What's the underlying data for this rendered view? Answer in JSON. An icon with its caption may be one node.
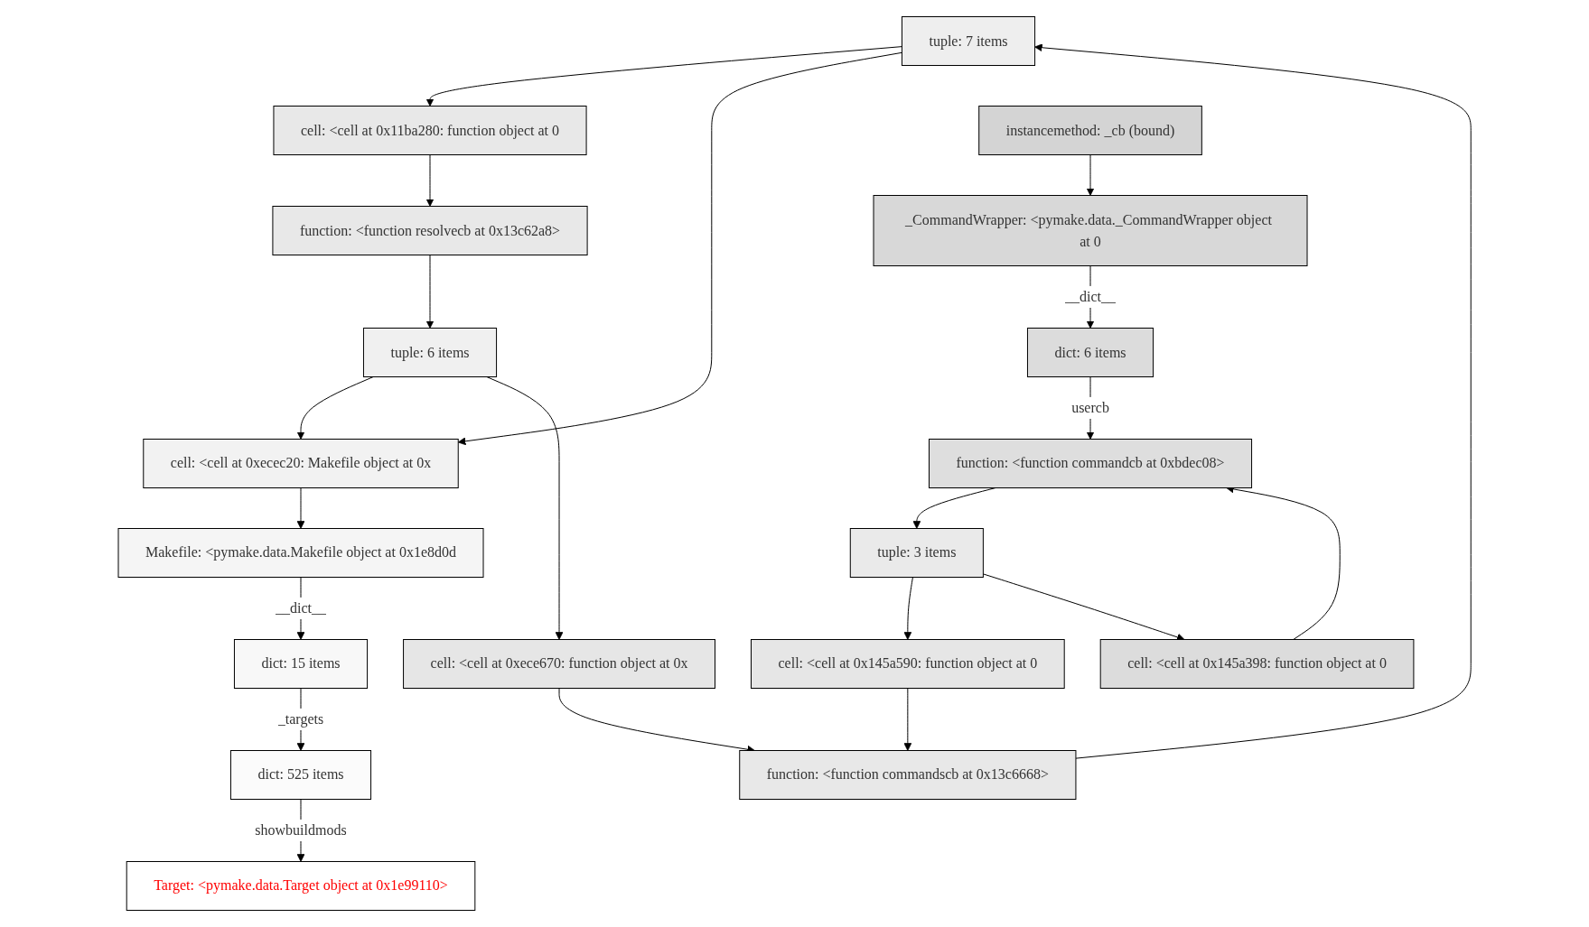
{
  "diagram": {
    "nodes": [
      {
        "text": [
          "tuple: 7 items"
        ]
      },
      {
        "text": [
          "cell: <cell at 0x11ba280: function object at 0"
        ]
      },
      {
        "text": [
          "function: <function resolvecb at 0x13c62a8>"
        ]
      },
      {
        "text": [
          "instancemethod: _cb (bound)"
        ]
      },
      {
        "text": [
          "tuple: 6 items"
        ]
      },
      {
        "text": [
          "tuple: 3 items"
        ]
      },
      {
        "text": [
          "_CommandWrapper: <pymake.data._CommandWrapper object at 0"
        ]
      },
      {
        "text": [
          "cell: <cell at 0xecec20: Makefile object at 0x"
        ]
      },
      {
        "text": [
          "cell: <cell at 0xece670: function object at 0x"
        ]
      },
      {
        "text": [
          "cell: <cell at 0x145a590: function object at 0"
        ]
      },
      {
        "text": [
          "cell: <cell at 0x145a398: function object at 0"
        ]
      },
      {
        "text": [
          "dict: 6 items"
        ]
      },
      {
        "text": [
          "Makefile: <pymake.data.Makefile object at 0x1e8d0d"
        ]
      },
      {
        "text": [
          "function: <function commandscb at 0x13c6668>"
        ]
      },
      {
        "text": [
          "function: <function commandcb at 0xbdec08>"
        ]
      },
      {
        "text": [
          "dict: 15 items"
        ]
      },
      {
        "text": [
          "dict: 525 items"
        ]
      },
      {
        "text": [
          "Target: <pymake.data.Target object at 0x1e99110>"
        ]
      }
    ],
    "edges": [
      {
        "from": 0,
        "to": 1,
        "arrow": "to"
      },
      {
        "from": 0,
        "to": 7,
        "arrow": "to"
      },
      {
        "from": 1,
        "to": 2,
        "arrow": "to"
      },
      {
        "from": 2,
        "to": 4,
        "arrow": "to"
      },
      {
        "from": 4,
        "to": 7,
        "arrow": "to"
      },
      {
        "from": 4,
        "to": 8,
        "arrow": "to"
      },
      {
        "from": 7,
        "to": 12,
        "arrow": "to"
      },
      {
        "from": 8,
        "to": 13,
        "arrow": "to"
      },
      {
        "from": 9,
        "to": 13,
        "arrow": "to"
      },
      {
        "from": 13,
        "to": 0,
        "arrow": "to"
      },
      {
        "from": 3,
        "to": 6,
        "arrow": "to"
      },
      {
        "from": 6,
        "to": 11,
        "arrow": "to",
        "label": "__dict__"
      },
      {
        "from": 5,
        "to": 9,
        "arrow": "to"
      },
      {
        "from": 5,
        "to": 10,
        "arrow": "to"
      },
      {
        "from": 10,
        "to": 14,
        "arrow": "to"
      },
      {
        "from": 11,
        "to": 14,
        "arrow": "to",
        "label": "usercb"
      },
      {
        "from": 14,
        "to": 5,
        "arrow": "to"
      },
      {
        "from": 12,
        "to": 15,
        "arrow": "to",
        "label": "__dict__"
      },
      {
        "from": 15,
        "to": 16,
        "arrow": "to",
        "label": "_targets"
      },
      {
        "from": 16,
        "to": 17,
        "arrow": "to",
        "label": "showbuildmods"
      }
    ]
  }
}
